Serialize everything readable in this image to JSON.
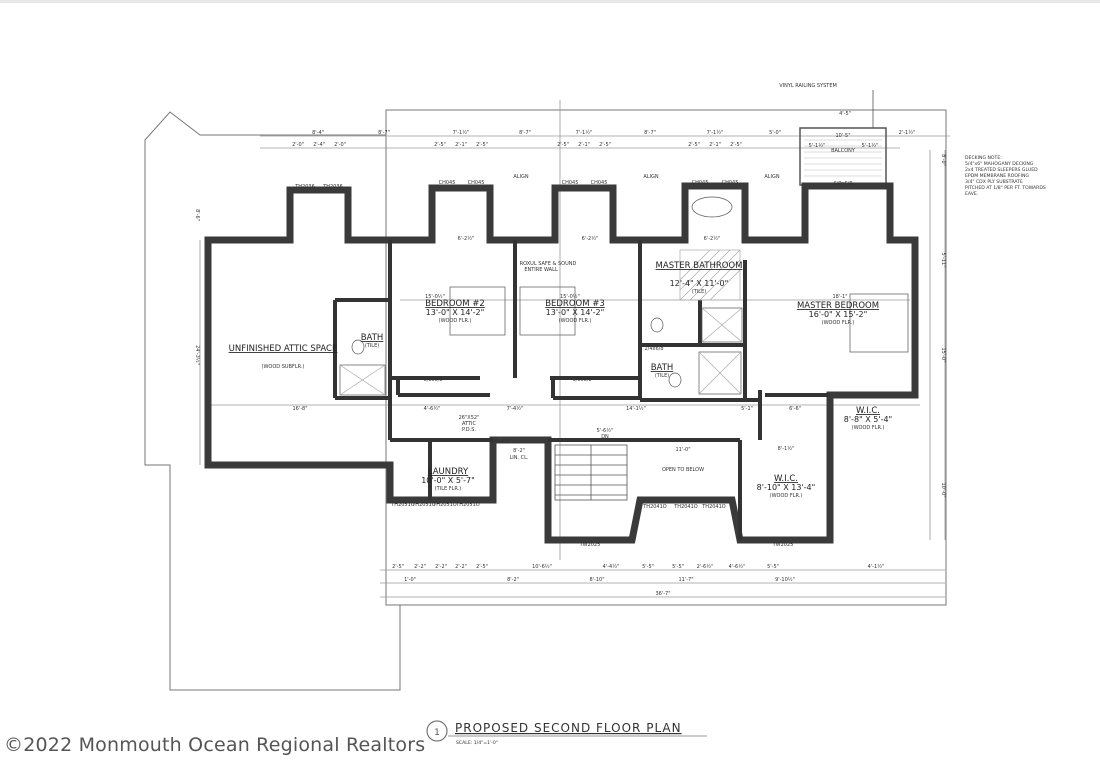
{
  "plan": {
    "title": "PROPOSED SECOND FLOOR PLAN",
    "scale": "SCALE: 1/4\"=1'-0\"",
    "detail_number": "1",
    "watermark": "©2022 Monmouth Ocean Regional Realtors"
  },
  "rooms": [
    {
      "name": "UNFINISHED ATTIC SPACE",
      "size": "",
      "floor": "(WOOD SUBFLR.)"
    },
    {
      "name": "BATH",
      "size": "",
      "floor": "(TILE)"
    },
    {
      "name": "BEDROOM #2",
      "size": "13'-0\" X 14'-2\"",
      "floor": "(WOOD FLR.)"
    },
    {
      "name": "BEDROOM #3",
      "size": "13'-0\" X 14'-2\"",
      "floor": "(WOOD FLR.)"
    },
    {
      "name": "MASTER BATHROOM",
      "size": "12'-4\" X 11'-0\"",
      "floor": "(TILE)"
    },
    {
      "name": "BATH",
      "size": "",
      "floor": "(TILE)"
    },
    {
      "name": "MASTER BEDROOM",
      "size": "16'-0\" X 15'-2\"",
      "floor": "(WOOD FLR.)"
    },
    {
      "name": "W.I.C.",
      "size": "8'-8\" X 5'-4\"",
      "floor": "(WOOD FLR.)"
    },
    {
      "name": "LAUNDRY",
      "size": "10'-0\" X 5'-7\"",
      "floor": "(TILE FLR.)"
    },
    {
      "name": "W.I.C.",
      "size": "8'-10\" X 13'-4\"",
      "floor": "(WOOD FLR.)"
    },
    {
      "name": "BALCONY",
      "size": "",
      "floor": ""
    }
  ],
  "annotations": {
    "railing": "VINYL RAILING SYSTEM",
    "sound_wall": [
      "ROXUL SAFE & SOUND",
      "ENTIRE WALL"
    ],
    "open_to_below": "OPEN TO BELOW",
    "attic_pds": [
      "26\"X52\"",
      "ATTIC",
      "P.D.S."
    ],
    "linen": "LIN. CL.",
    "stair_dn": "DN",
    "align": "ALIGN",
    "decking_note": [
      "DECKING NOTE:",
      "5/4\"x6\" MAHOGANY DECKING",
      "2x4 TREATED SLEEPERS GLUED",
      "EPDM MEMBRANE ROOFING",
      "3/4\" CDX PLY SUBSTRATE",
      "PITCHED AT 1/8\" PER FT. TOWARDS",
      "EAVE."
    ],
    "windows": [
      "TH2036",
      "TH2036",
      "CH045",
      "CH045",
      "CH045",
      "CH045",
      "CH045",
      "CH045",
      "TW2025",
      "TW2025",
      "TH2051O",
      "TH2051O",
      "TH2051O",
      "TH2051O",
      "TH2041O",
      "TH2041O",
      "TH2041O"
    ],
    "doors": [
      "6/0x6/8",
      "6/0x6/8",
      "6/0x6/8",
      "3/0x6/8",
      "2/4x6/8"
    ]
  },
  "dimensions": {
    "top_overall": [
      "8'-4\"",
      "8'-7\"",
      "7'-1½\"",
      "8'-7\"",
      "7'-1½\"",
      "8'-7\"",
      "7'-1½\"",
      "5'-0\"",
      "4'-5\""
    ],
    "top_sub": [
      "2'-0\"",
      "2'-4\"",
      "2'-0\"",
      "2'-5\"",
      "2'-1\"",
      "2'-5\"",
      "2'-5\"",
      "2'-1\"",
      "2'-5\"",
      "2'-5\"",
      "2'-1\"",
      "2'-5\""
    ],
    "balcony": [
      "10'-5\"",
      "5'-1½\"",
      "5'-1½\"",
      "2'-1½\""
    ],
    "bottom_sub": [
      "2'-5\"",
      "2'-2\"",
      "2'-2\"",
      "2'-2\"",
      "2'-5\"",
      "10'-6½\"",
      "4'-4½\"",
      "5'-5\"",
      "5'-5\"",
      "2'-6½\"",
      "4'-6½\"",
      "5'-5\"",
      "4'-1½\""
    ],
    "bottom_main": [
      "1'-0\"",
      "8'-2\"",
      "8'-10\"",
      "11'-7\"",
      "9'-10½\""
    ],
    "bottom_overall": "36'-7\"",
    "left": [
      "24'-3½\"",
      "8'-6\""
    ],
    "right": [
      "8'-0\"",
      "5'-11\"",
      "15'-0\"",
      "10'-0\""
    ],
    "interior": [
      "16'-8\"",
      "15'-0½\"",
      "15'-0½\"",
      "18'-1\"",
      "6'-2½\"",
      "6'-2½\"",
      "6'-2½\"",
      "4'-6½\"",
      "7'-4½\"",
      "14'-1½\"",
      "5'-1\"",
      "8'-2\"",
      "5'-6½\"",
      "11'-0\"",
      "8'-1½\"",
      "6'-6\""
    ]
  },
  "colors": {
    "wall": "#3a3a3a",
    "line": "#777777",
    "text": "#222222"
  }
}
